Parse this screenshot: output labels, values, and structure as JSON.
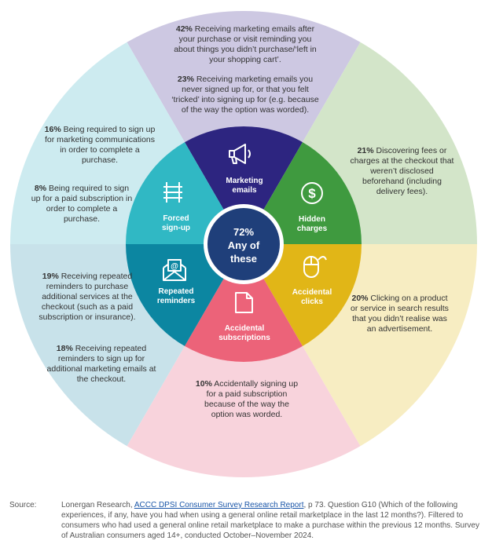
{
  "center": {
    "line1": "72%",
    "line2": "Any of",
    "line3": "these"
  },
  "segments": [
    {
      "key": "marketing",
      "line1": "Marketing",
      "line2": "emails",
      "icon": "megaphone-icon",
      "color": "#2d2580",
      "outer_color": "#cdc8e2"
    },
    {
      "key": "hidden",
      "line1": "Hidden",
      "line2": "charges",
      "icon": "dollar-icon",
      "color": "#3f9a3f",
      "outer_color": "#d3e5c9"
    },
    {
      "key": "accidental-clicks",
      "line1": "Accidental",
      "line2": "clicks",
      "icon": "mouse-click-icon",
      "color": "#e1b617",
      "outer_color": "#f7edc2"
    },
    {
      "key": "accidental-subs",
      "line1": "Accidental",
      "line2": "subscriptions",
      "icon": "document-icon",
      "color": "#ec6379",
      "outer_color": "#f8d3dc"
    },
    {
      "key": "repeated",
      "line1": "Repeated",
      "line2": "reminders",
      "icon": "email-icon",
      "color": "#0c86a1",
      "outer_color": "#c8e2ea"
    },
    {
      "key": "forced",
      "line1": "Forced",
      "line2": "sign-up",
      "icon": "railway-track-icon",
      "color": "#30b8c4",
      "outer_color": "#cdebf0"
    }
  ],
  "center_color": "#1f3f7a",
  "items": {
    "marketing_1": {
      "pct": "42%",
      "text": " Receiving marketing emails after your purchase or visit reminding you about things you didn’t purchase/‘left in your shopping cart’."
    },
    "marketing_2": {
      "pct": "23%",
      "text": " Receiving marketing emails you never signed up for, or that you felt ‘tricked’ into signing up for (e.g. because of the way the option was worded)."
    },
    "hidden_1": {
      "pct": "21%",
      "text": " Discovering fees or charges at the checkout that weren’t disclosed beforehand (including delivery fees)."
    },
    "clicks_1": {
      "pct": "20%",
      "text": " Clicking on a product or service in search results that you didn’t realise was an advertisement."
    },
    "subs_1": {
      "pct": "10%",
      "text": " Accidentally signing up for a paid subscription because of the way the option was worded."
    },
    "repeated_1": {
      "pct": "19%",
      "text": " Receiving repeated reminders to purchase additional services at the checkout (such as a paid subscription or insurance)."
    },
    "repeated_2": {
      "pct": "18%",
      "text": " Receiving repeated reminders to sign up for additional marketing emails at the checkout."
    },
    "forced_1": {
      "pct": "16%",
      "text": " Being required to sign up for marketing communications in order to complete a purchase."
    },
    "forced_2": {
      "pct": "8%",
      "text": " Being required to sign up for a paid subscription in order to complete a purchase."
    }
  },
  "source": {
    "label": "Source:",
    "before_link": "Lonergan Research, ",
    "link": "ACCC DPSI Consumer Survey Research Report",
    "after_link": ", p 73. Question G10 (Which of the following experiences, if any, have you had when using a general online retail marketplace in the last 12 months?). Filtered to consumers who had used a general online retail marketplace to make a purchase within the previous 12 months. Survey of Australian consumers aged 14+, conducted October–November 2024."
  }
}
